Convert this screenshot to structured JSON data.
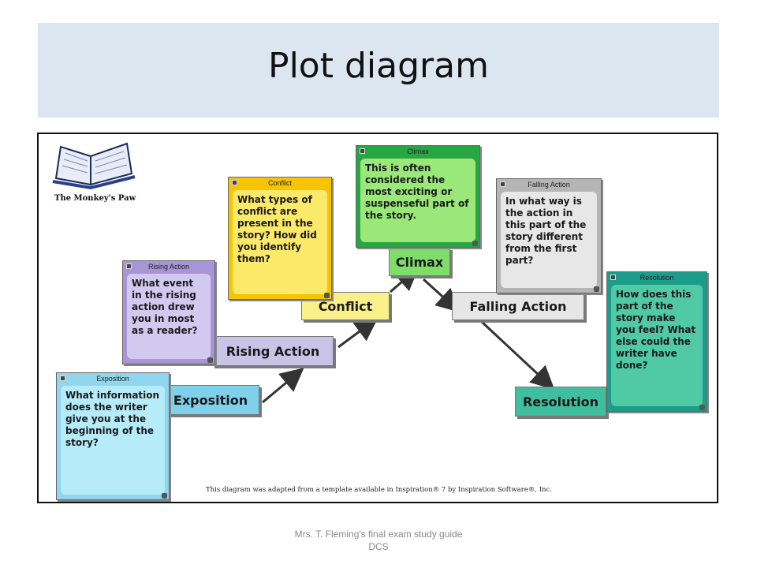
{
  "title": "Plot diagram",
  "book_caption": "The Monkey's Paw",
  "stages": {
    "exposition": "Exposition",
    "rising_action": "Rising Action",
    "conflict": "Conflict",
    "climax": "Climax",
    "falling_action": "Falling Action",
    "resolution": "Resolution"
  },
  "notes": {
    "exposition": {
      "header": "Exposition",
      "text": "What information does the writer give you at the beginning of the story?"
    },
    "rising_action": {
      "header": "Rising Action",
      "text": "What event in the rising action drew you in most as a reader?"
    },
    "conflict": {
      "header": "Conflict",
      "text": "What types of conflict are present in the story? How did you identify them?"
    },
    "climax": {
      "header": "Climax",
      "text": "This is often considered the most exciting or suspenseful part of the story."
    },
    "falling_action": {
      "header": "Falling Action",
      "text": "In what way is the action in this part of the story different from the first part?"
    },
    "resolution": {
      "header": "Resolution",
      "text": "How does this part of the story make you feel? What else could the writer have done?"
    }
  },
  "credit": "This diagram was adapted from a template available in Inspiration® 7 by Inspiration Software®, Inc.",
  "footer": {
    "line1": "Mrs. T. Fleming's final exam study guide",
    "line2": "DCS"
  },
  "colors": {
    "title_band": "#dce6f0",
    "exposition": "#7fd0ea",
    "rising_action": "#c9c3e8",
    "conflict": "#f9f08a",
    "climax": "#7fdd6a",
    "falling_action": "#e6e6e6",
    "resolution": "#3fbf9f"
  }
}
